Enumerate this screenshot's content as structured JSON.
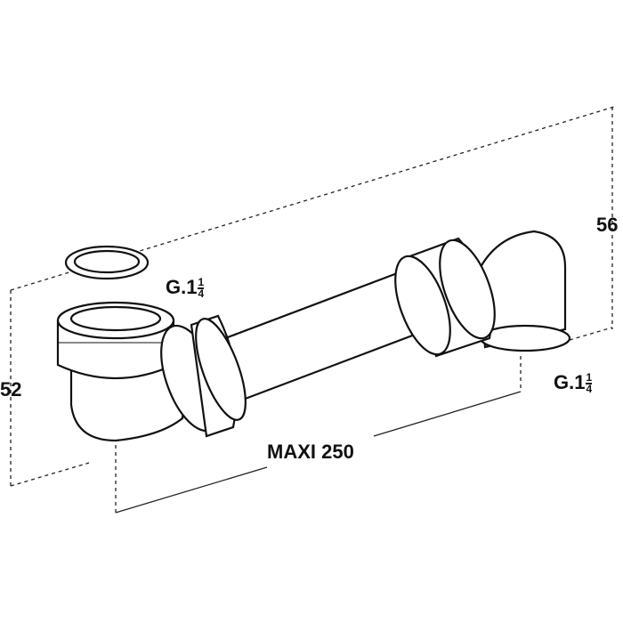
{
  "dimensions": {
    "height_left": "52",
    "height_right": "56",
    "length": "MAXI 250"
  },
  "threads": [
    {
      "prefix": "G.1",
      "numerator": "1",
      "denominator": "4"
    },
    {
      "prefix": "G.1",
      "numerator": "1",
      "denominator": "4"
    }
  ],
  "colors": {
    "line": "#111111",
    "fill": "#ffffff"
  }
}
